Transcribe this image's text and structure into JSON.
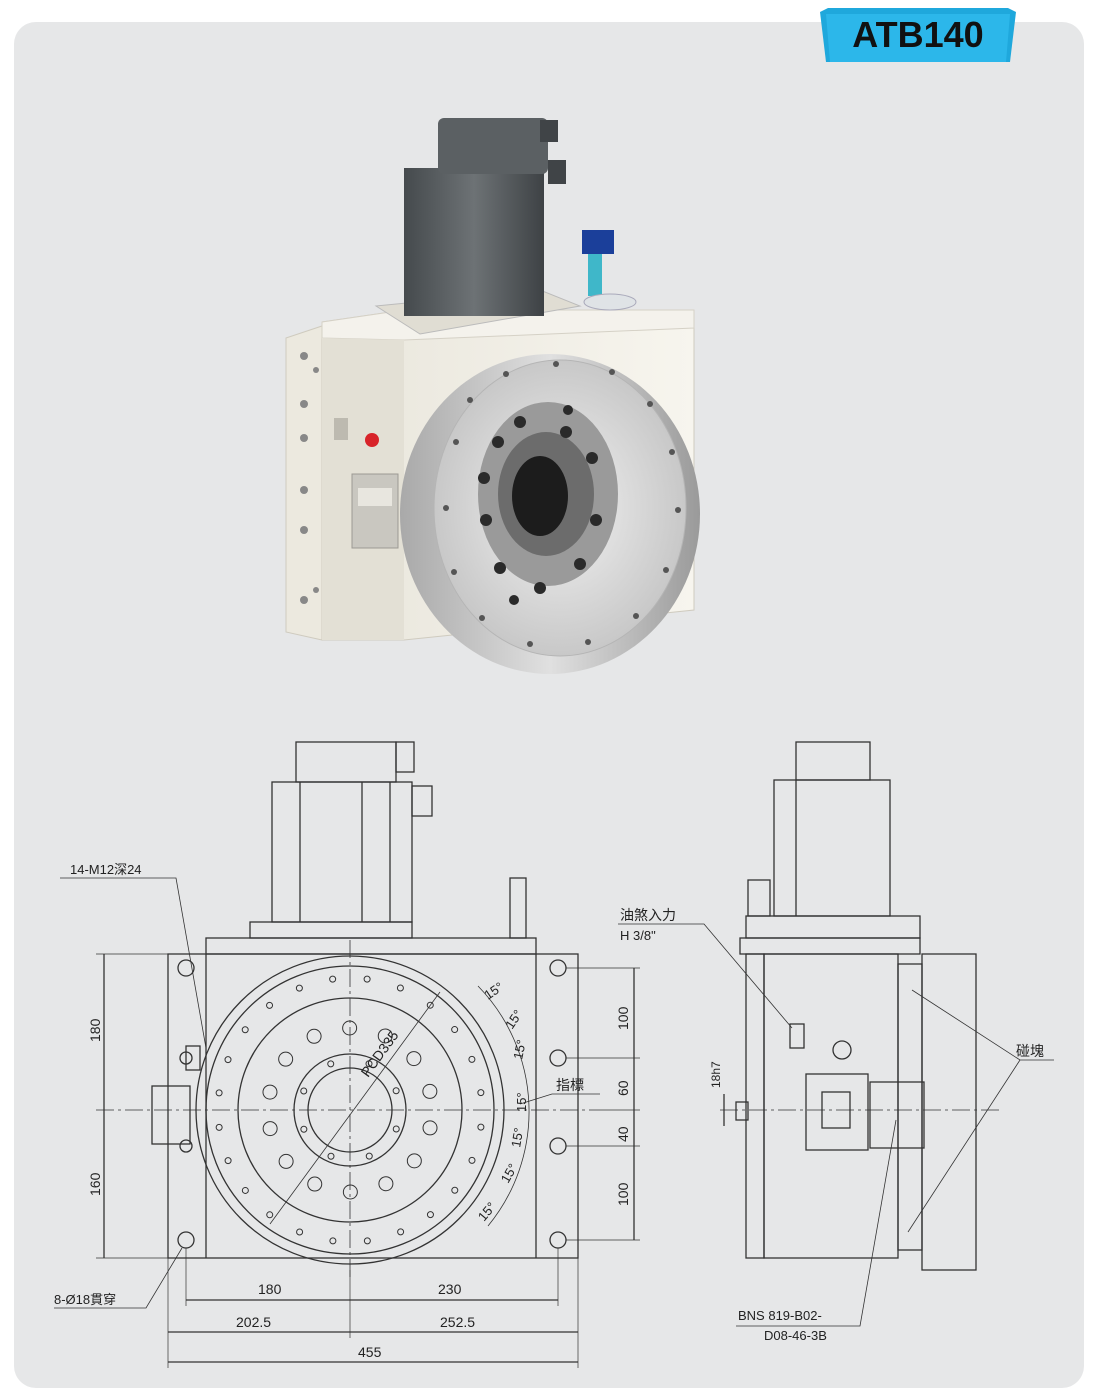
{
  "header": {
    "model": "ATB140"
  },
  "front_view": {
    "callout_tapped_holes": "14-M12深24",
    "callout_through_holes": "8-Ø18貫穿",
    "callout_pcd": "PCD335",
    "callout_indicator": "指標",
    "left_dims": {
      "upper": "180",
      "lower": "160"
    },
    "right_dims": {
      "top": "100",
      "mid_upper": "60",
      "mid_lower": "40",
      "bottom": "100"
    },
    "angle_labels": [
      "15°",
      "15°",
      "15°",
      "15°",
      "15°",
      "15°",
      "15°"
    ],
    "bottom_dims": {
      "left_inner": "180",
      "right_inner": "230",
      "left_outer": "202.5",
      "right_outer": "252.5",
      "overall": "455"
    }
  },
  "side_view": {
    "callout_oil_inlet_line1": "油煞入力",
    "callout_oil_inlet_line2": "H 3/8\"",
    "callout_dog": "碰塊",
    "dim_key": "18h7",
    "callout_switch_line1": "BNS 819-B02-",
    "callout_switch_line2": "D08-46-3B"
  }
}
